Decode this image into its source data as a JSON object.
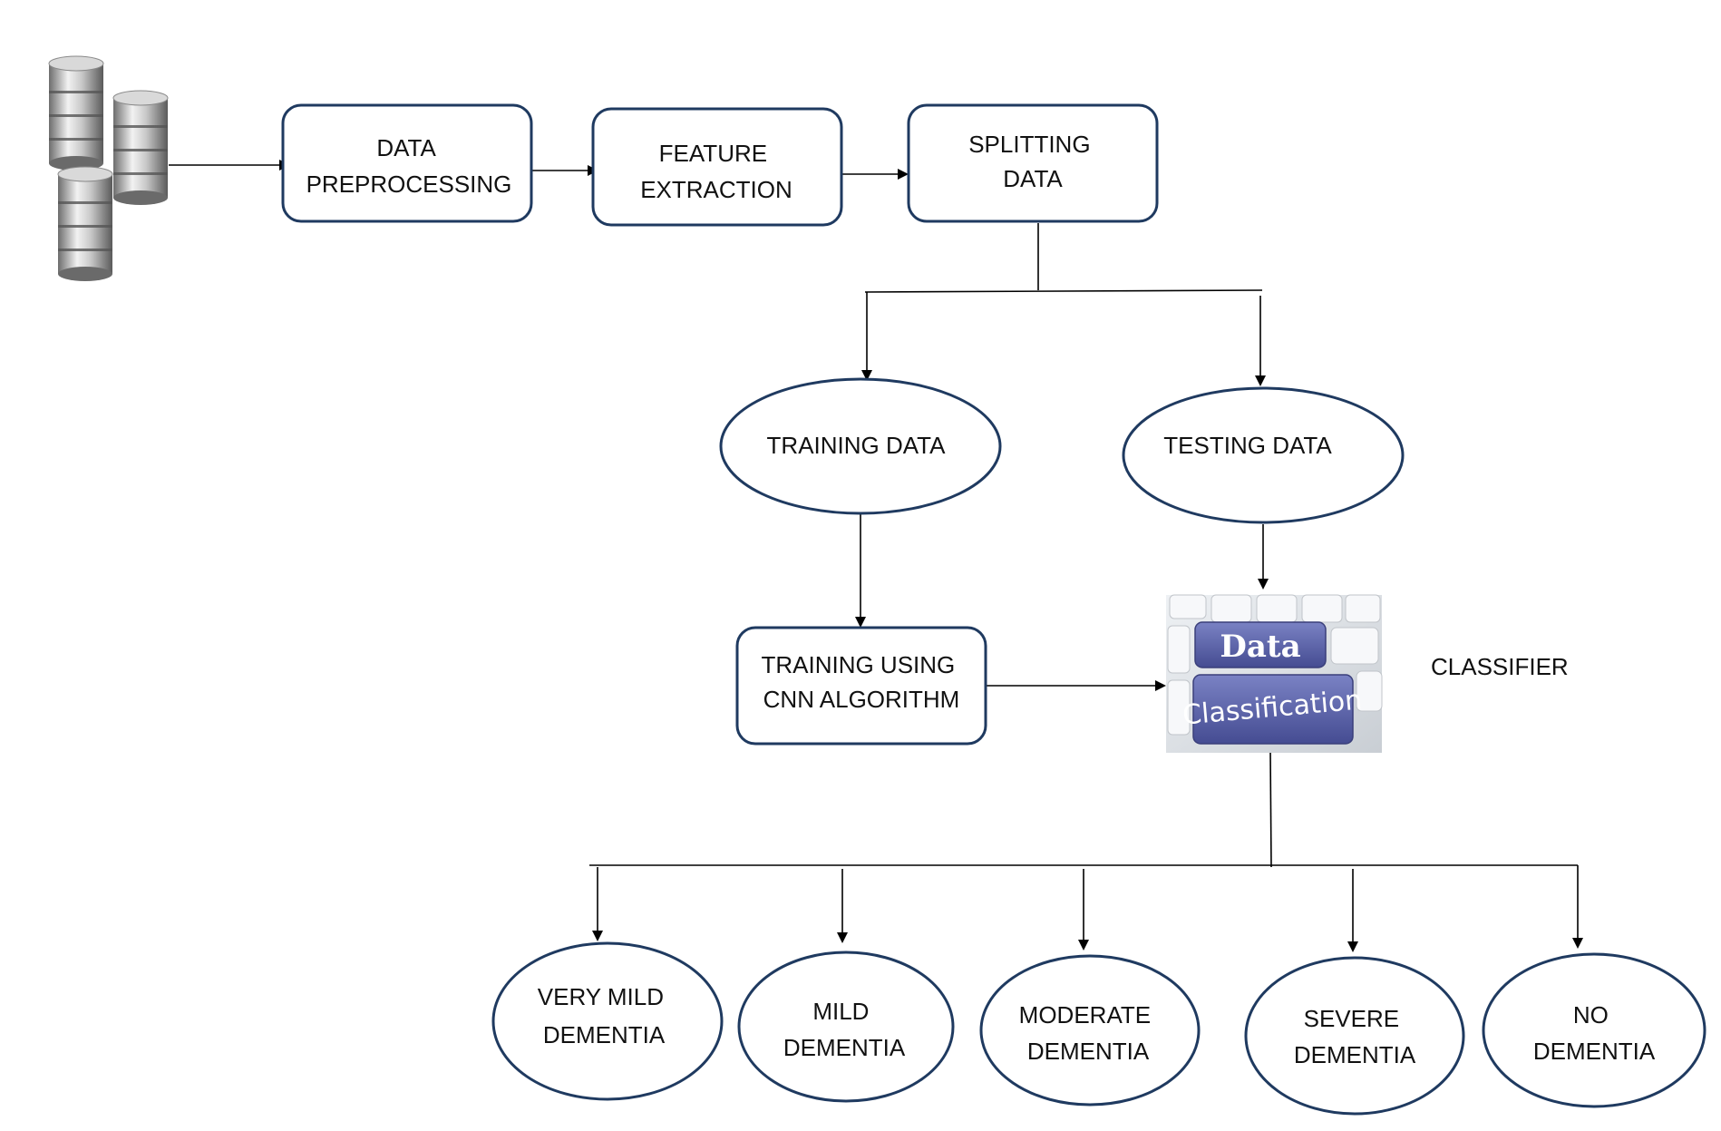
{
  "nodes": {
    "data_preprocessing": [
      "DATA",
      "PREPROCESSING"
    ],
    "feature_extraction": [
      "FEATURE",
      "EXTRACTION"
    ],
    "splitting_data": [
      "SPLITTING",
      "DATA"
    ],
    "training_data": [
      "TRAINING DATA"
    ],
    "testing_data": [
      "TESTING DATA"
    ],
    "training_cnn": [
      "TRAINING USING",
      "CNN ALGORITHM"
    ],
    "classifier_label": "CLASSIFIER",
    "very_mild": [
      "VERY MILD",
      "DEMENTIA"
    ],
    "mild": [
      "MILD",
      "DEMENTIA"
    ],
    "moderate": [
      "MODERATE",
      "DEMENTIA"
    ],
    "severe": [
      "SEVERE",
      "DEMENTIA"
    ],
    "none": [
      "NO",
      "DEMENTIA"
    ]
  },
  "classifier_image": {
    "key_top": "Data",
    "key_bottom": "Classification",
    "key_color": "#5a62a8"
  },
  "colors": {
    "shape_border": "#1f3a60",
    "connector": "#000000"
  },
  "icons": {
    "database": "database-icon",
    "classifier": "data-classification-keyboard-icon"
  }
}
